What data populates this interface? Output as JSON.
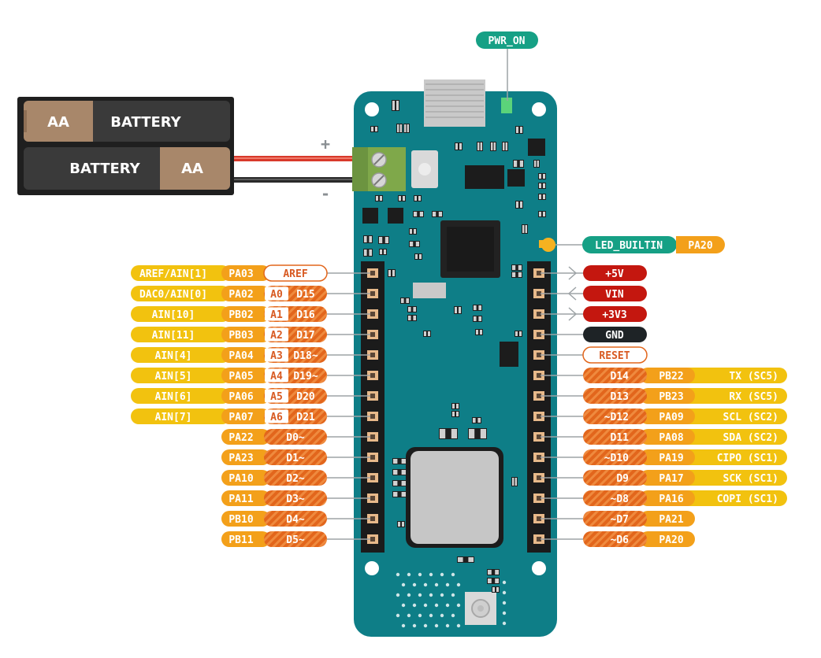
{
  "battery": {
    "cell1": {
      "left": "AA",
      "right": "BATTERY"
    },
    "cell2": {
      "left": "BATTERY",
      "right": "AA"
    },
    "plus": "+",
    "minus": "-"
  },
  "callouts": {
    "pwr_on": "PWR_ON",
    "led_builtin": "LED_BUILTIN",
    "led_port": "PA20"
  },
  "left_pins": [
    {
      "func": "AREF/AIN[1]",
      "port": "PA03",
      "analog": "",
      "digital": "AREF",
      "kind": "outline"
    },
    {
      "func": "DAC0/AIN[0]",
      "port": "PA02",
      "analog": "A0",
      "digital": "D15",
      "kind": "analog"
    },
    {
      "func": "AIN[10]",
      "port": "PB02",
      "analog": "A1",
      "digital": "D16",
      "kind": "analog"
    },
    {
      "func": "AIN[11]",
      "port": "PB03",
      "analog": "A2",
      "digital": "D17",
      "kind": "analog"
    },
    {
      "func": "AIN[4]",
      "port": "PA04",
      "analog": "A3",
      "digital": "D18~",
      "kind": "analog"
    },
    {
      "func": "AIN[5]",
      "port": "PA05",
      "analog": "A4",
      "digital": "D19~",
      "kind": "analog"
    },
    {
      "func": "AIN[6]",
      "port": "PA06",
      "analog": "A5",
      "digital": "D20",
      "kind": "analog"
    },
    {
      "func": "AIN[7]",
      "port": "PA07",
      "analog": "A6",
      "digital": "D21",
      "kind": "analog"
    },
    {
      "func": "",
      "port": "PA22",
      "analog": "",
      "digital": "D0~",
      "kind": "digital"
    },
    {
      "func": "",
      "port": "PA23",
      "analog": "",
      "digital": "D1~",
      "kind": "digital"
    },
    {
      "func": "",
      "port": "PA10",
      "analog": "",
      "digital": "D2~",
      "kind": "digital"
    },
    {
      "func": "",
      "port": "PA11",
      "analog": "",
      "digital": "D3~",
      "kind": "digital"
    },
    {
      "func": "",
      "port": "PB10",
      "analog": "",
      "digital": "D4~",
      "kind": "digital"
    },
    {
      "func": "",
      "port": "PB11",
      "analog": "",
      "digital": "D5~",
      "kind": "digital"
    }
  ],
  "right_pins": [
    {
      "digital": "+5V",
      "port": "",
      "func": "",
      "kind": "power",
      "arrow": "out"
    },
    {
      "digital": "VIN",
      "port": "",
      "func": "",
      "kind": "power",
      "arrow": "in"
    },
    {
      "digital": "+3V3",
      "port": "",
      "func": "",
      "kind": "power",
      "arrow": "out"
    },
    {
      "digital": "GND",
      "port": "",
      "func": "",
      "kind": "gnd",
      "arrow": ""
    },
    {
      "digital": "RESET",
      "port": "",
      "func": "",
      "kind": "outline",
      "arrow": ""
    },
    {
      "digital": "D14",
      "port": "PB22",
      "func": "TX (SC5)",
      "kind": "digital",
      "arrow": ""
    },
    {
      "digital": "D13",
      "port": "PB23",
      "func": "RX (SC5)",
      "kind": "digital",
      "arrow": ""
    },
    {
      "digital": "~D12",
      "port": "PA09",
      "func": "SCL (SC2)",
      "kind": "digital",
      "arrow": ""
    },
    {
      "digital": "D11",
      "port": "PA08",
      "func": "SDA (SC2)",
      "kind": "digital",
      "arrow": ""
    },
    {
      "digital": "~D10",
      "port": "PA19",
      "func": "CIPO (SC1)",
      "kind": "digital",
      "arrow": ""
    },
    {
      "digital": "D9",
      "port": "PA17",
      "func": "SCK (SC1)",
      "kind": "digital",
      "arrow": ""
    },
    {
      "digital": "~D8",
      "port": "PA16",
      "func": "COPI (SC1)",
      "kind": "digital",
      "arrow": ""
    },
    {
      "digital": "~D7",
      "port": "PA21",
      "func": "",
      "kind": "digital",
      "arrow": ""
    },
    {
      "digital": "~D6",
      "port": "PA20",
      "func": "",
      "kind": "digital",
      "arrow": ""
    }
  ],
  "colors": {
    "board": "#0e7e87",
    "board_dark": "#0a6a72",
    "header": "#1b1b1b",
    "pin_pad": "#e7b98a",
    "func_yellow": "#f2c20f",
    "port_orange": "#f3a01a",
    "digital_orange": "#e2661c",
    "power_red": "#c4170f",
    "gnd_black": "#1e2326",
    "callout_teal": "#16a085",
    "outline_text": "#d85a22"
  }
}
